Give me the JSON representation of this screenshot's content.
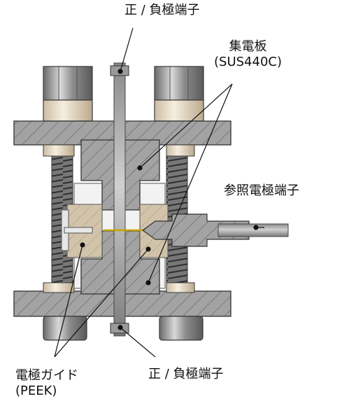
{
  "labels": {
    "pos_neg_terminal_top": "正 / 負極端子",
    "current_collector_line1": "集電板",
    "current_collector_line2": "(SUS440C)",
    "reference_terminal": "参照電極端子",
    "electrode_guide_line1": "電極ガイド",
    "electrode_guide_line2": "(PEEK)",
    "pos_neg_terminal_bottom": "正 / 負極端子"
  },
  "colors": {
    "steel": "#9b9b9b",
    "steel_dark": "#6e6e6e",
    "steel_light": "#c4c4c4",
    "peek": "#cdbfa6",
    "ring": "#efe6d6",
    "outline": "#3a3a3a"
  }
}
